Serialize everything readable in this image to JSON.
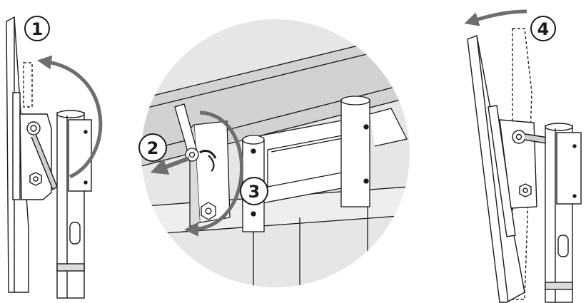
{
  "figure": {
    "steps": [
      {
        "number": "1"
      },
      {
        "number": "2"
      },
      {
        "number": "3"
      },
      {
        "number": "4"
      }
    ],
    "colors": {
      "line": "#1a1a1a",
      "arrow": "#6e6e6e",
      "circle_background": "#e6e6e6",
      "shading": "#d2d2d2"
    },
    "icons": [
      "tilt-arrow-icon",
      "pull-arrow-icon",
      "rotate-arrow-icon",
      "knob-icon",
      "nut-icon"
    ]
  }
}
